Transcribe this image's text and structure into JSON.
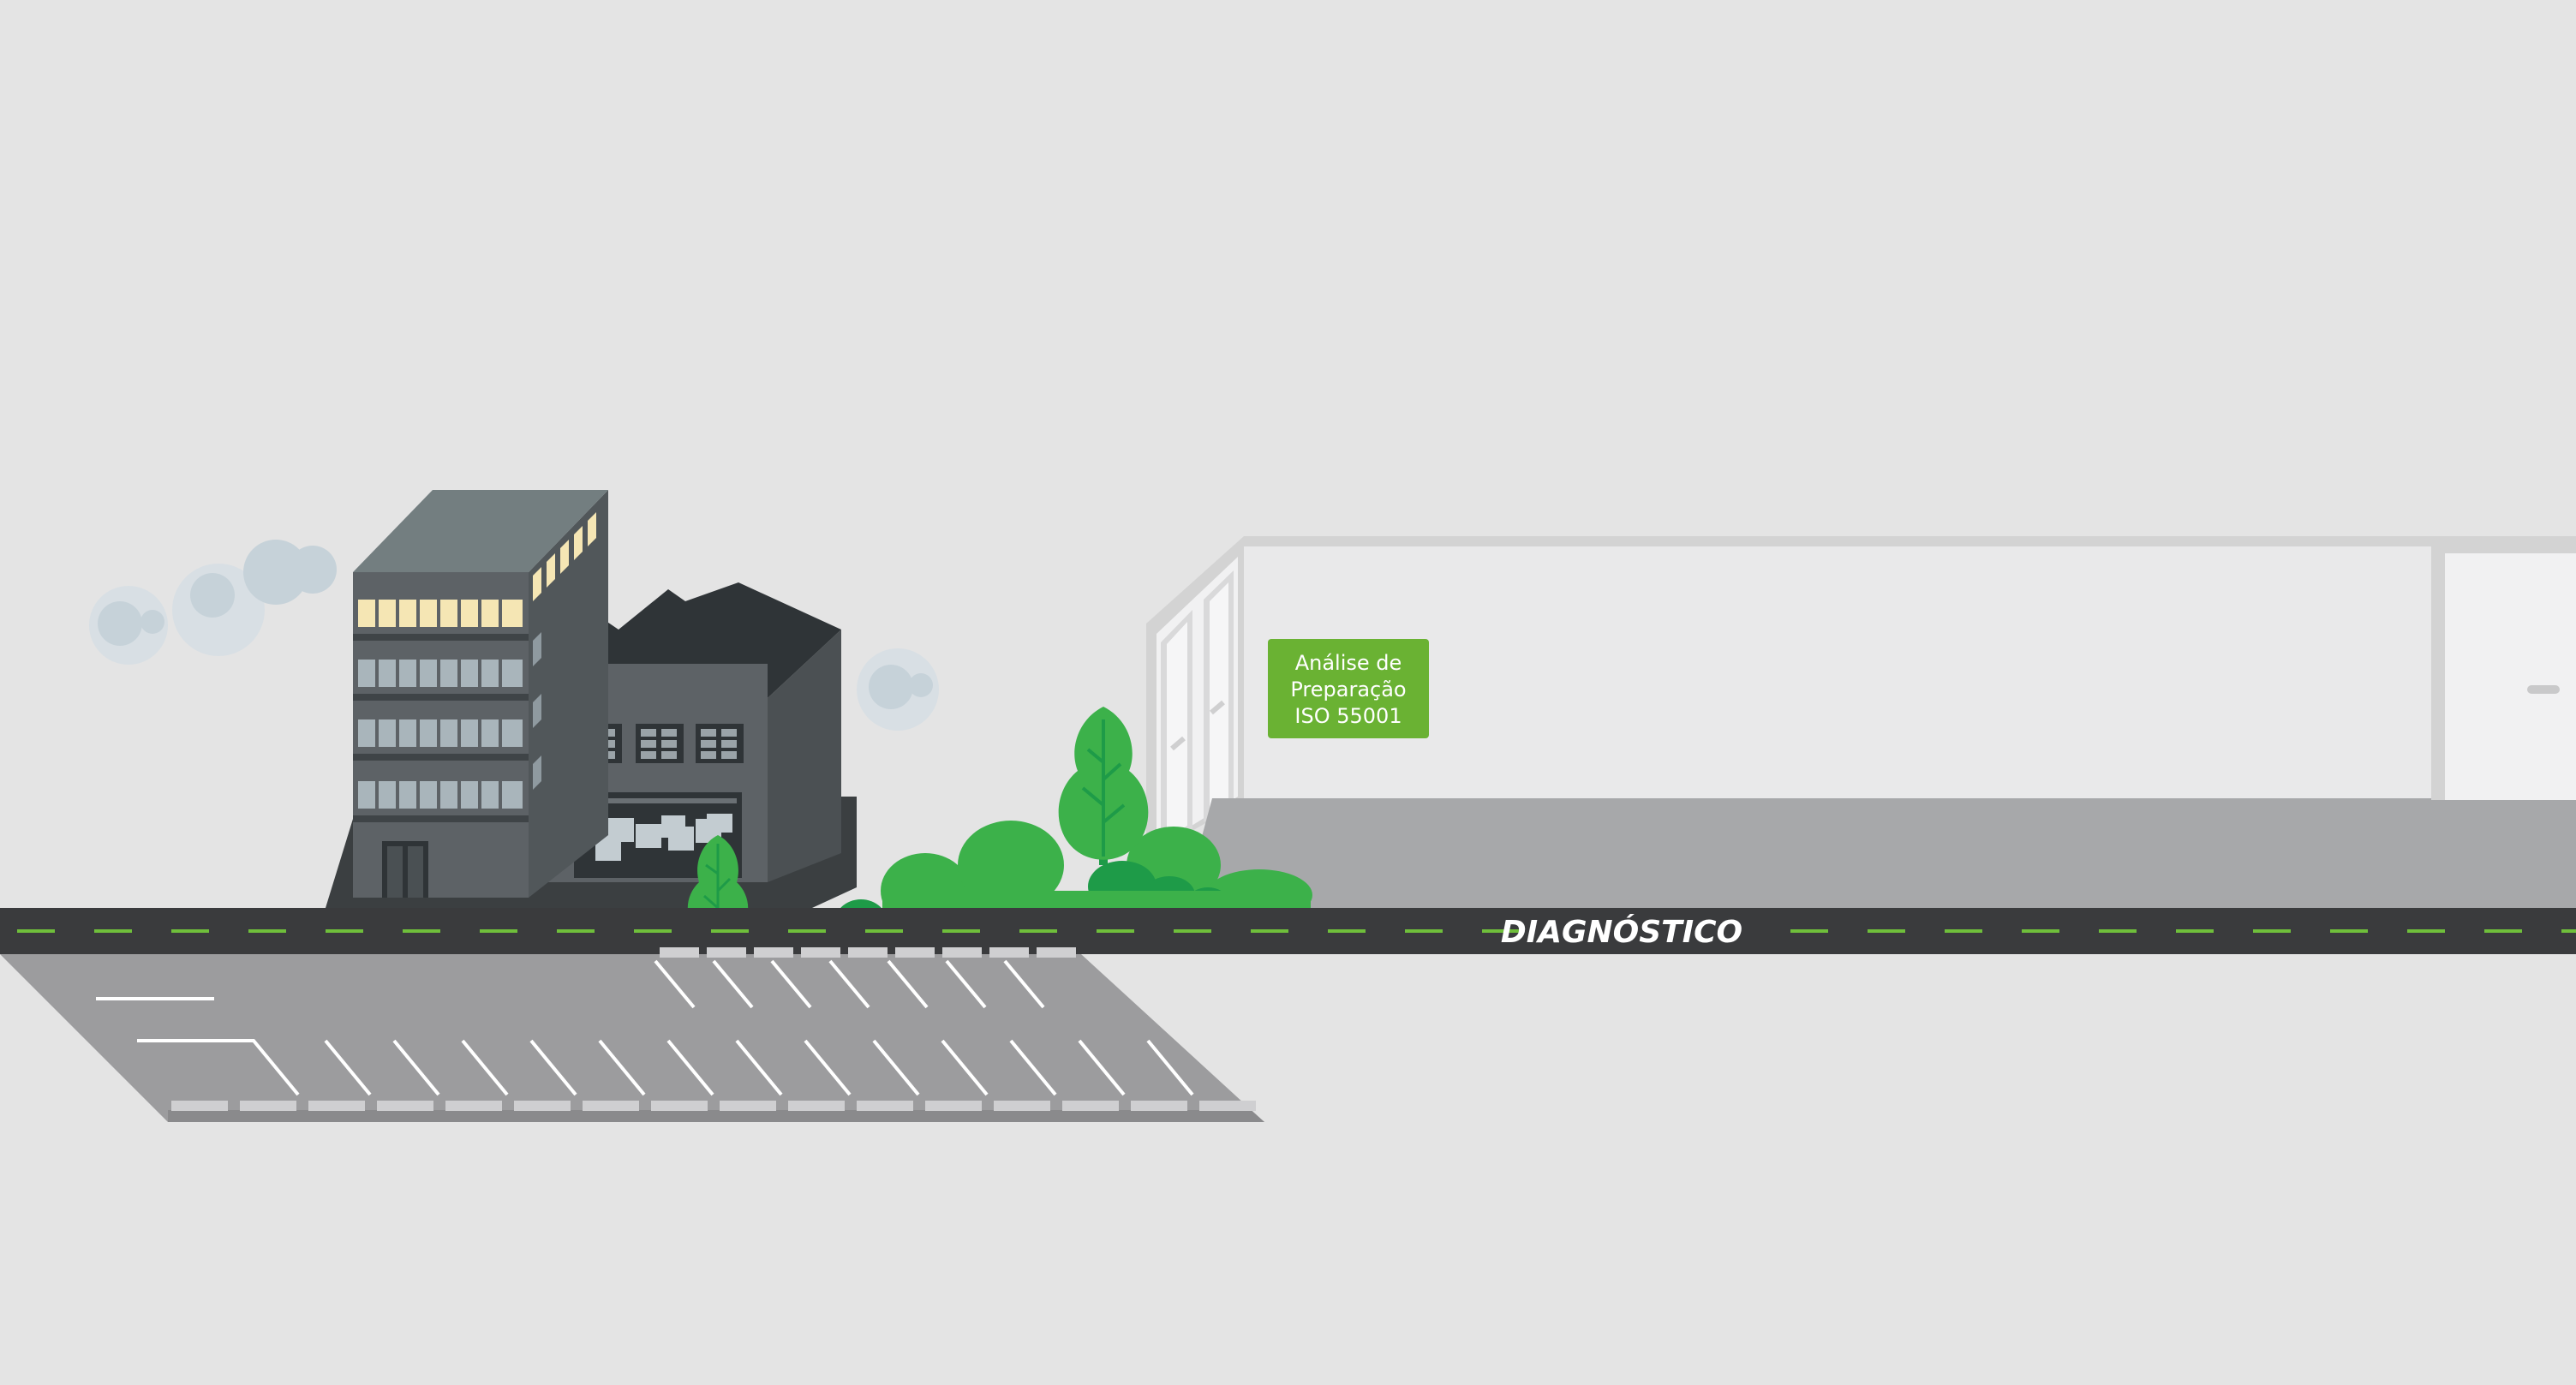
{
  "sign": {
    "line1": "Análise de",
    "line2": "Preparação",
    "line3": "ISO 55001"
  },
  "road": {
    "label": "DIAGNÓSTICO"
  },
  "colors": {
    "background": "#e4e4e4",
    "road": "#3a3b3d",
    "lane_dash": "#6fbf3b",
    "sign": "#6ab233",
    "tree_light": "#3cb14a",
    "tree_dark": "#1e9b48",
    "building": "#5d6266",
    "window_lit": "#f5e6b4",
    "window": "#a9b5bb",
    "smoke": "#c6d2d9"
  }
}
